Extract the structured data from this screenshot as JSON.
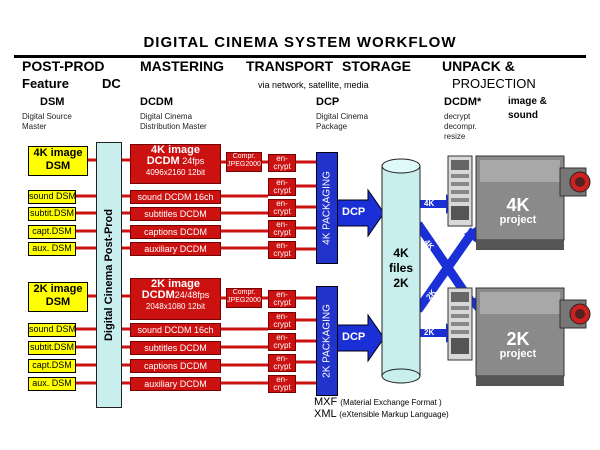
{
  "title": "DIGITAL  CINEMA  SYSTEM  WORKFLOW",
  "stages": {
    "post_prod": "POST-PROD",
    "mastering": "MASTERING",
    "transport": "TRANSPORT",
    "storage": "STORAGE",
    "unpack": "UNPACK &",
    "projection": "PROJECTION",
    "feature": "Feature",
    "dc": "DC",
    "via": "via network, satellite, media"
  },
  "columns": {
    "dsm": "DSM",
    "dsm_desc1": "Digital Source",
    "dsm_desc2": "Master",
    "dcdm": "DCDM",
    "dcdm_desc1": "Digital Cinema",
    "dcdm_desc2": "Distribution Master",
    "dcp": "DCP",
    "dcp_desc1": "Digital Cinema",
    "dcp_desc2": "Package",
    "dcdm_star": "DCDM*",
    "dcdm_star_desc1": "decrypt",
    "dcdm_star_desc2": "decompr.",
    "dcdm_star_desc3": "resize",
    "image_sound1": "image &",
    "image_sound2": "sound"
  },
  "post_prod_label": "Digital Cinema Post-Prod",
  "group_4k": {
    "image_dsm_l1": "4K image",
    "image_dsm_l2": "DSM",
    "dsm_items": [
      "sound DSM",
      "subtit.DSM",
      "capt.DSM",
      "aux. DSM"
    ],
    "dcdm_l1": "4K image",
    "dcdm_l2": "DCDM",
    "dcdm_fps": "24fps",
    "dcdm_l3": "4096x2160 12bit",
    "dcdm_items": [
      "sound DCDM 16ch",
      "subtitles DCDM",
      "captions DCDM",
      "auxiliary DCDM"
    ],
    "compr_l1": "Compr.",
    "compr_l2": "JPEG2000",
    "encrypt_l1": "en-",
    "encrypt_l2": "crypt",
    "packaging": "4K PACKAGING",
    "dcp": "DCP"
  },
  "group_2k": {
    "image_dsm_l1": "2K image",
    "image_dsm_l2": "DSM",
    "dsm_items": [
      "sound DSM",
      "subtit.DSM",
      "capt.DSM",
      "aux. DSM"
    ],
    "dcdm_l1": "2K image",
    "dcdm_l2": "DCDM",
    "dcdm_fps": "24/48fps",
    "dcdm_l3": "2048x1080 12bit",
    "dcdm_items": [
      "sound DCDM 16ch",
      "subtitles DCDM",
      "captions DCDM",
      "auxiliary DCDM"
    ],
    "compr_l1": "Compr.",
    "compr_l2": "JPEG2000",
    "encrypt_l1": "en-",
    "encrypt_l2": "crypt",
    "packaging": "2K PACKAGING",
    "dcp": "DCP"
  },
  "storage": {
    "l1": "4K",
    "l2": "files",
    "l3": "2K"
  },
  "arrows": {
    "top": "4K",
    "cross_down": "4K",
    "cross_up": "2K",
    "bottom": "2K"
  },
  "projectors": {
    "p4k_l1": "4K",
    "p4k_l2": "project",
    "p2k_l1": "2K",
    "p2k_l2": "project"
  },
  "notes": {
    "mxf": "MXF",
    "mxf_desc": "(Material Exchange Format )",
    "xml": "XML",
    "xml_desc": "(eXtensible Markup Language)"
  },
  "colors": {
    "yellow": "#ffff00",
    "red": "#cc1111",
    "blue": "#2233cc",
    "cyan": "#c8eeee",
    "arrow": "#1a2fd6"
  }
}
